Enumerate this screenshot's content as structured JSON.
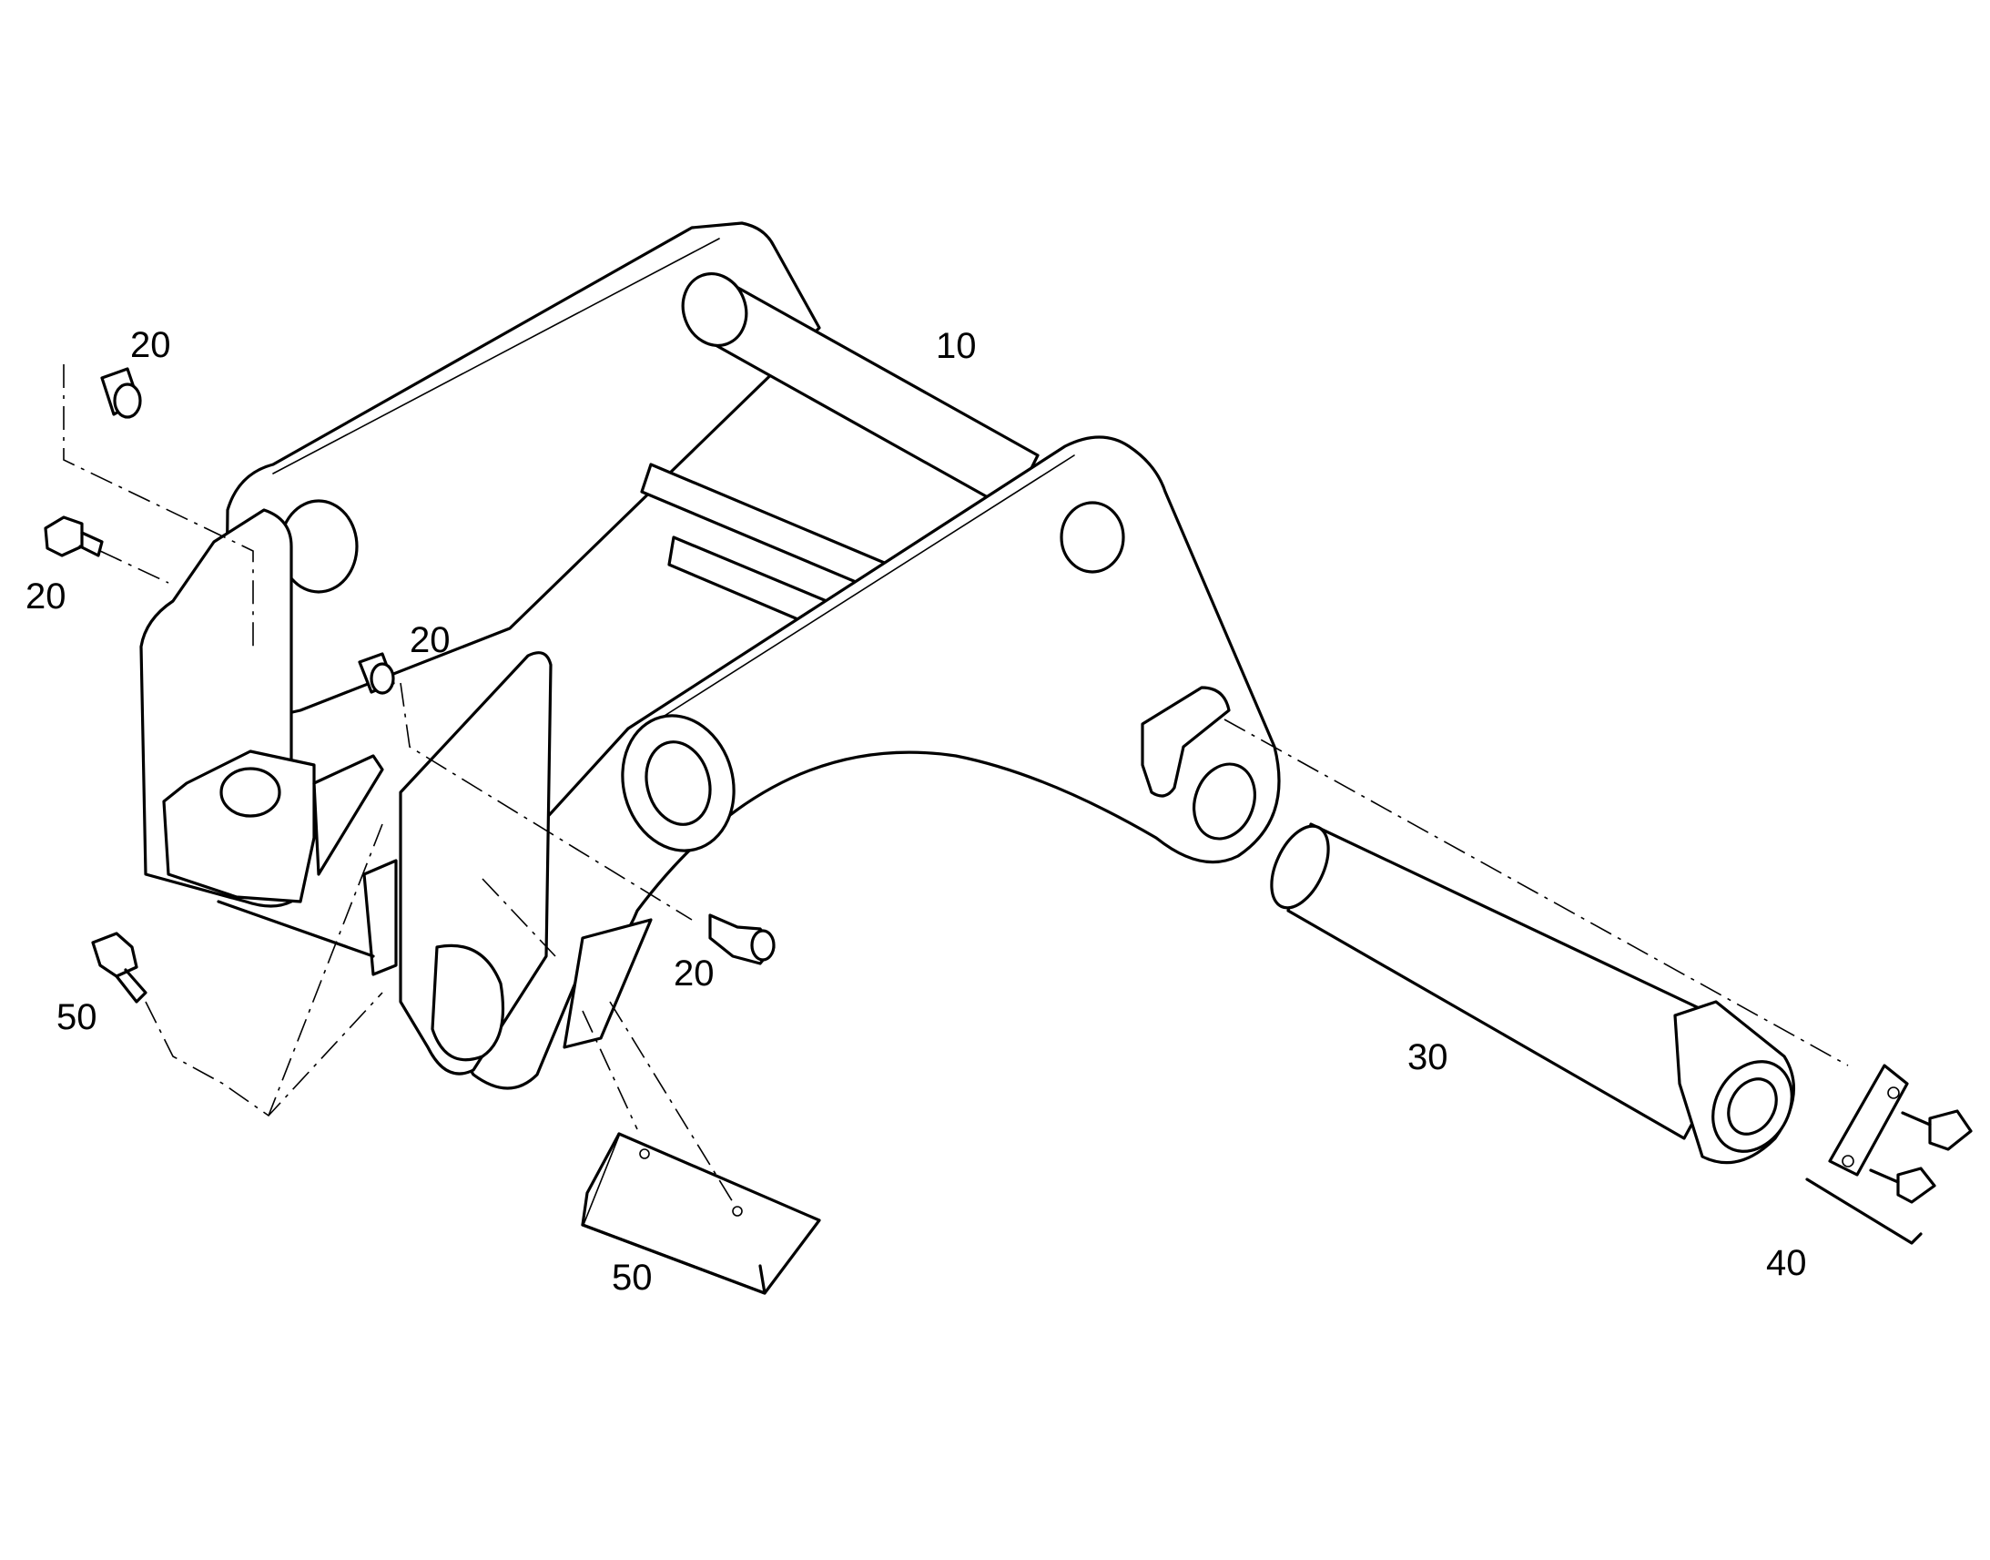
{
  "callouts": [
    {
      "id": "c10",
      "text": "10"
    },
    {
      "id": "c20a",
      "text": "20"
    },
    {
      "id": "c20b",
      "text": "20"
    },
    {
      "id": "c20c",
      "text": "20"
    },
    {
      "id": "c20d",
      "text": "20"
    },
    {
      "id": "c30",
      "text": "30"
    },
    {
      "id": "c40",
      "text": "40"
    },
    {
      "id": "c50a",
      "text": "50"
    },
    {
      "id": "c50b",
      "text": "50"
    }
  ],
  "colors": {
    "line": "#000000",
    "background": "#ffffff"
  }
}
